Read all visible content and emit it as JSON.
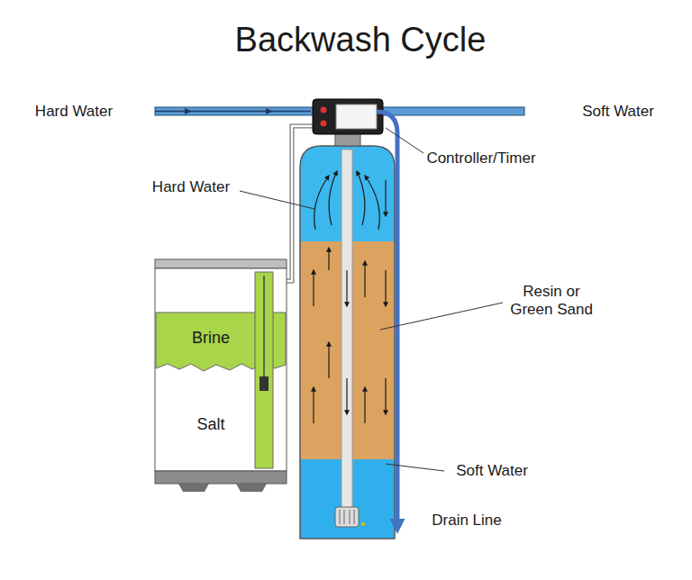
{
  "diagram": {
    "title": "Backwash Cycle",
    "nodes": [
      {
        "text": [
          "Brine",
          "Salt"
        ]
      }
    ],
    "labels": [
      "Hard Water",
      "Soft Water",
      "Controller/Timer",
      "Hard Water",
      "Resin or Green Sand",
      "Soft Water",
      "Drain Line"
    ]
  }
}
